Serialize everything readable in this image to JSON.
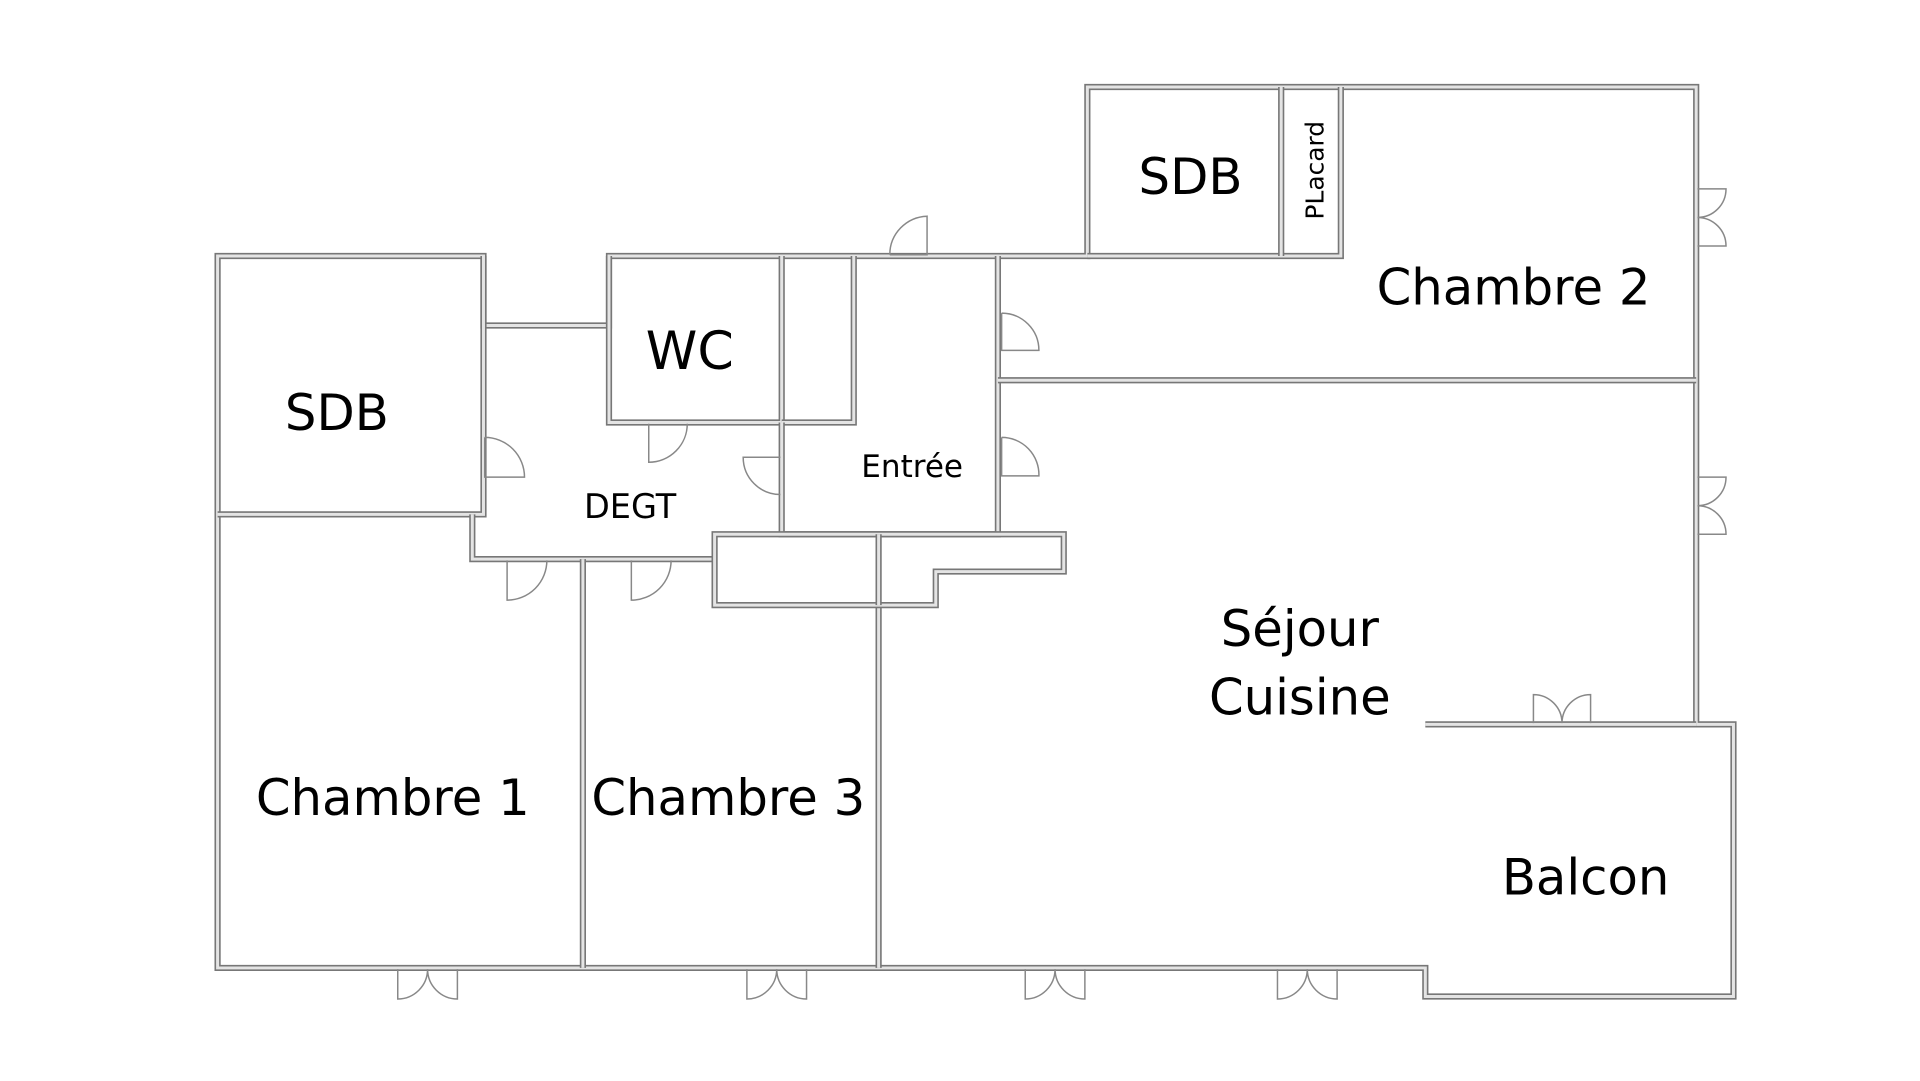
{
  "rooms": {
    "sdb_left": "SDB",
    "wc": "WC",
    "entree": "Entrée",
    "degt": "DEGT",
    "sdb_top": "SDB",
    "placard": "PLacard",
    "chambre2": "Chambre 2",
    "sejour_line1": "Séjour",
    "sejour_line2": "Cuisine",
    "chambre1": "Chambre 1",
    "chambre3": "Chambre 3",
    "balcon": "Balcon"
  },
  "colors": {
    "wall": "#777777",
    "background": "#ffffff"
  }
}
